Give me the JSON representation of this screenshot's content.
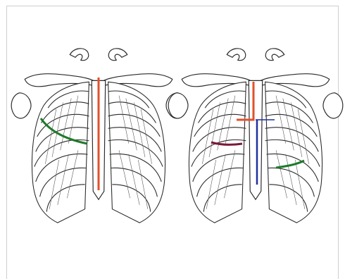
{
  "figure": {
    "panels": [
      {
        "id": "left",
        "incisions": [
          {
            "kind": "median-sternotomy",
            "color": "#e0512c"
          },
          {
            "kind": "right-anterolateral",
            "color": "#1e7a2a"
          }
        ]
      },
      {
        "id": "right",
        "incisions": [
          {
            "kind": "upper-partial-sternotomy",
            "color": "#e0512c"
          },
          {
            "kind": "lower-partial-sternotomy",
            "color": "#1f2fa0"
          },
          {
            "kind": "right-anterior-minithoracotomy",
            "color": "#7a1a3a"
          },
          {
            "kind": "left-anterior-minithoracotomy",
            "color": "#1e7a2a"
          }
        ]
      }
    ]
  }
}
